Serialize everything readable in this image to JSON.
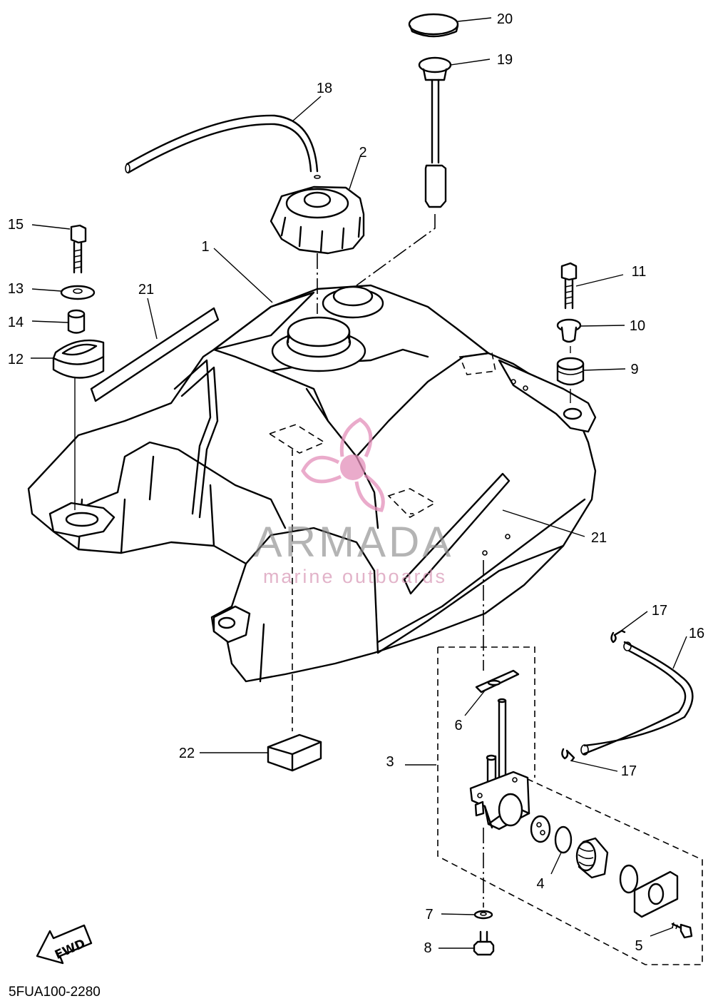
{
  "diagram_code": "5FUA100-2280",
  "watermark": {
    "brand": "ARMADA",
    "tagline": "marine outboards",
    "logo_color": "#e48fba"
  },
  "direction_arrow": "FWD",
  "callouts": {
    "c1": "1",
    "c2": "2",
    "c3": "3",
    "c4": "4",
    "c5": "5",
    "c6": "6",
    "c7": "7",
    "c8": "8",
    "c9": "9",
    "c10": "10",
    "c11": "11",
    "c12": "12",
    "c13": "13",
    "c14": "14",
    "c15": "15",
    "c16": "16",
    "c17a": "17",
    "c17b": "17",
    "c18": "18",
    "c19": "19",
    "c20": "20",
    "c21a": "21",
    "c21b": "21",
    "c22": "22"
  }
}
